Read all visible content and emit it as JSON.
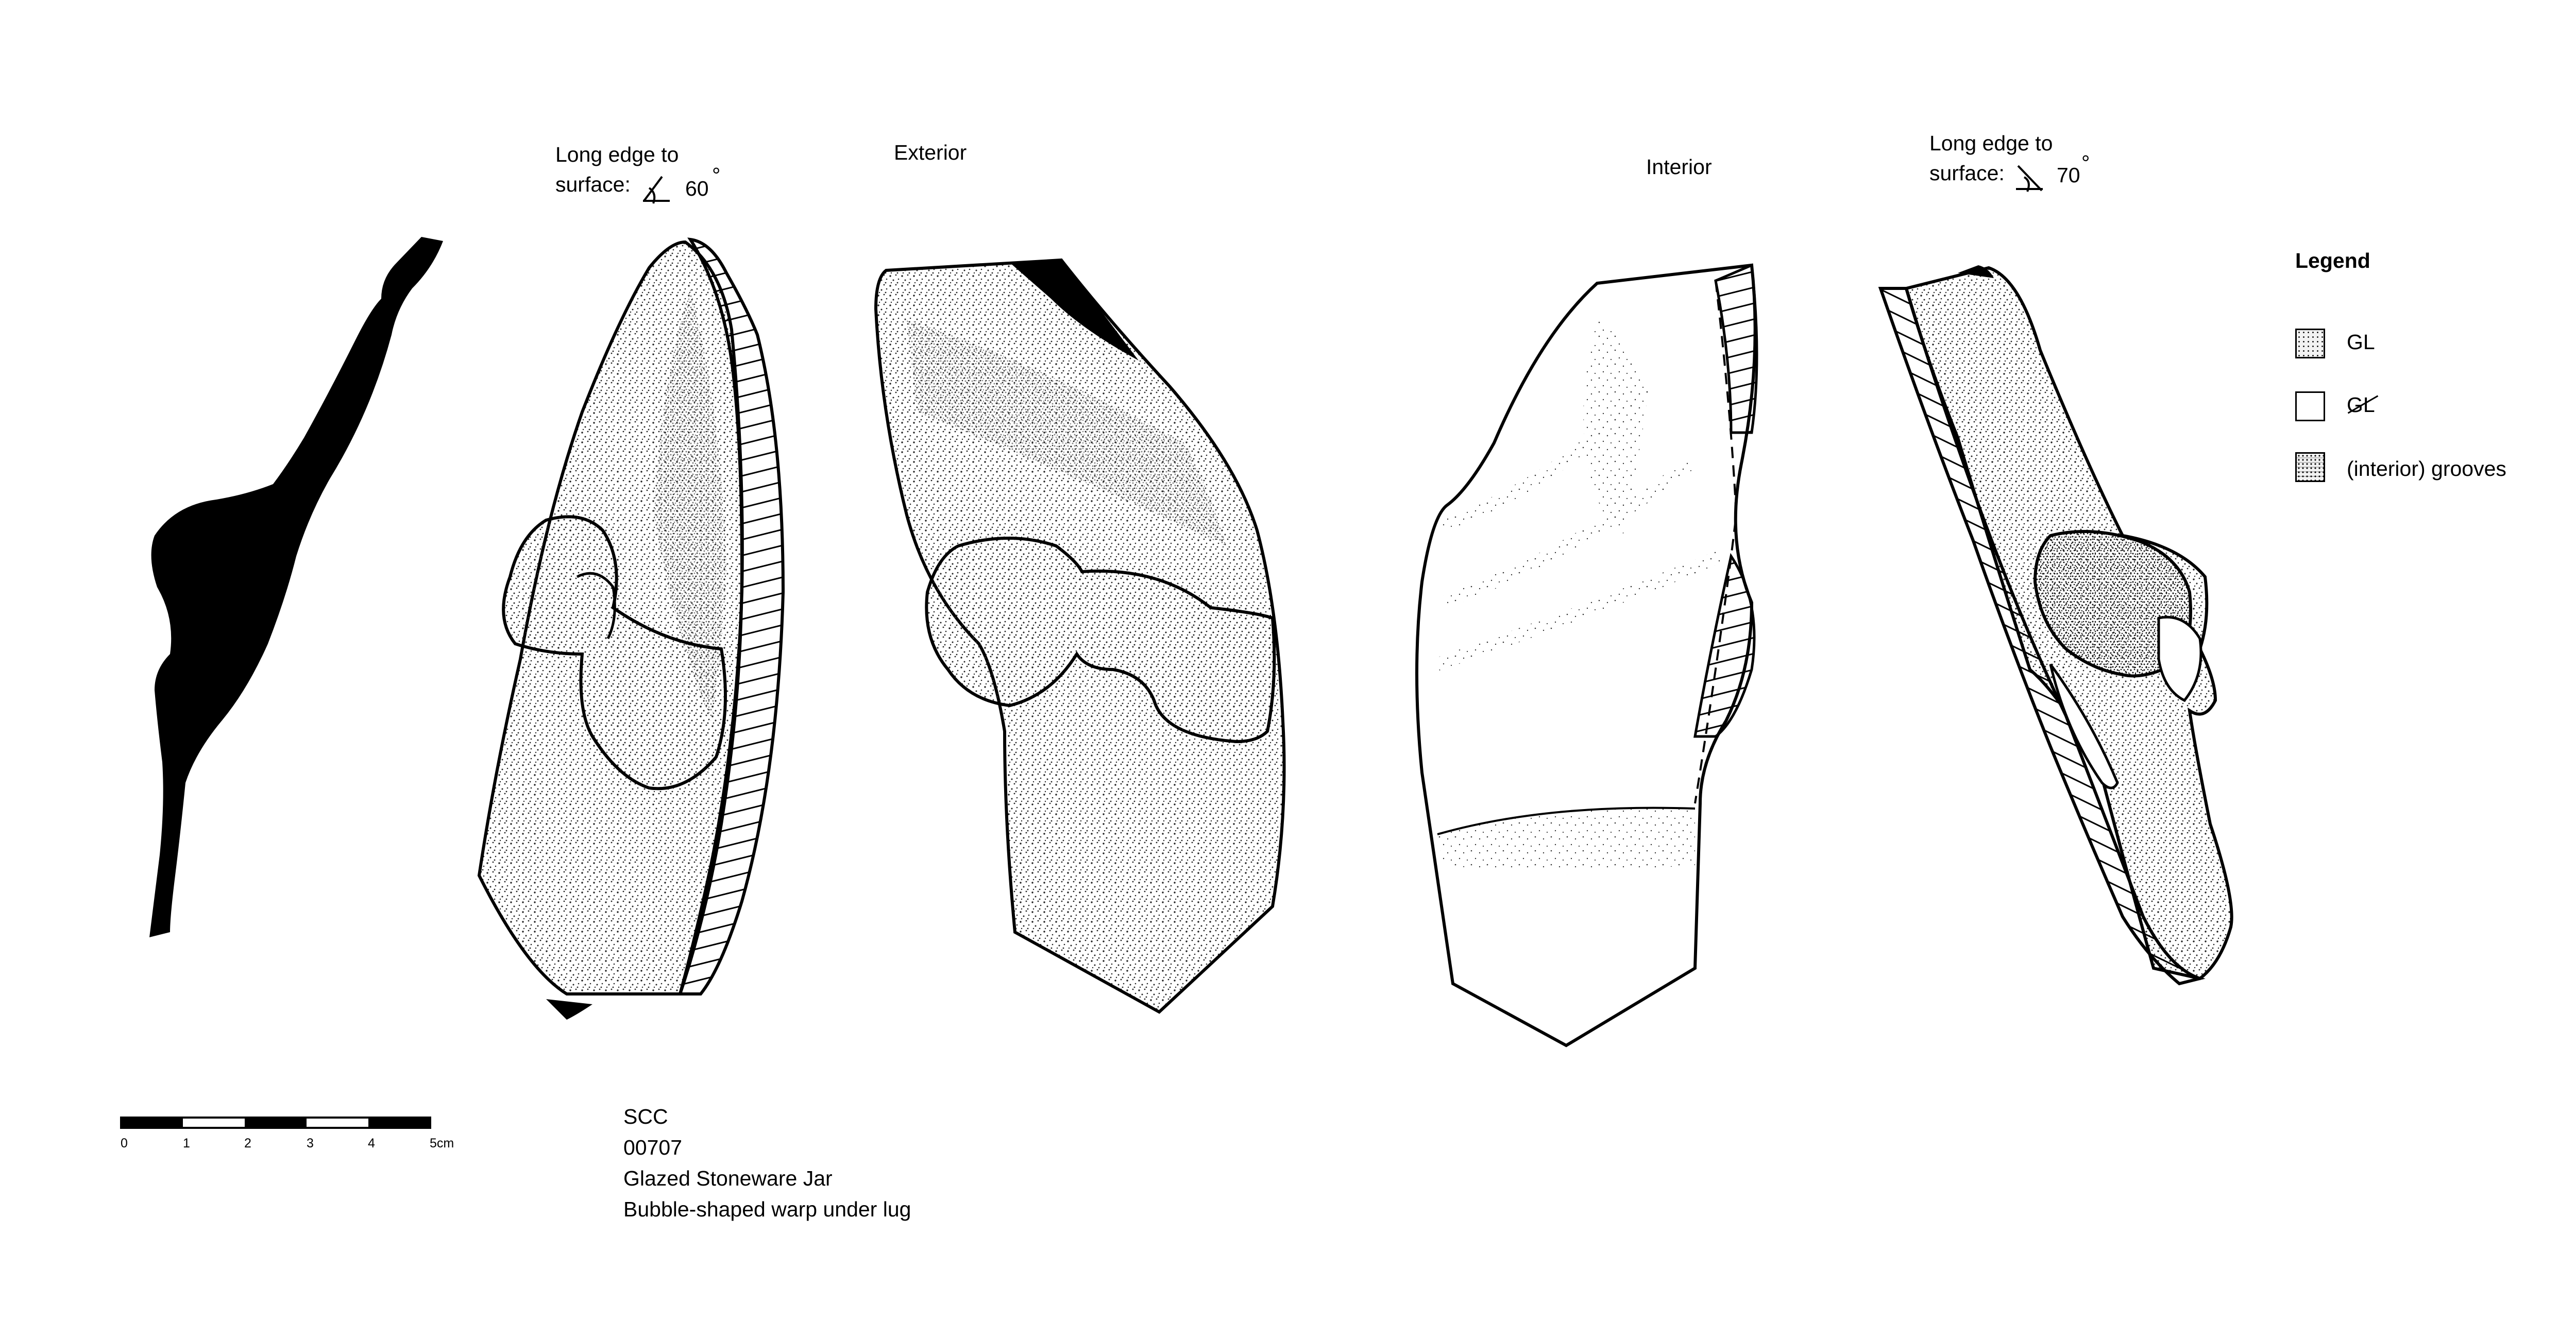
{
  "views": {
    "left_angle_line1": "Long edge to",
    "left_angle_line2": "surface:",
    "left_angle_value": "60",
    "left_angle_degree": "°",
    "exterior": "Exterior",
    "interior": "Interior",
    "right_angle_line1": "Long edge to",
    "right_angle_line2": "surface:",
    "right_angle_value": "70",
    "right_angle_degree": "°"
  },
  "legend": {
    "title": "Legend",
    "items": [
      {
        "label": "GL"
      },
      {
        "label": "GL"
      },
      {
        "label": "(interior) grooves"
      }
    ]
  },
  "scale_bar": {
    "ticks": [
      "0",
      "1",
      "2",
      "3",
      "4",
      "5cm"
    ]
  },
  "caption": {
    "line1": "SCC",
    "line2": "00707",
    "line3": "Glazed Stoneware Jar",
    "line4": "Bubble-shaped warp under lug"
  },
  "colors": {
    "ink": "#000000",
    "paper": "#ffffff",
    "stipple": "#1a1a1a"
  }
}
